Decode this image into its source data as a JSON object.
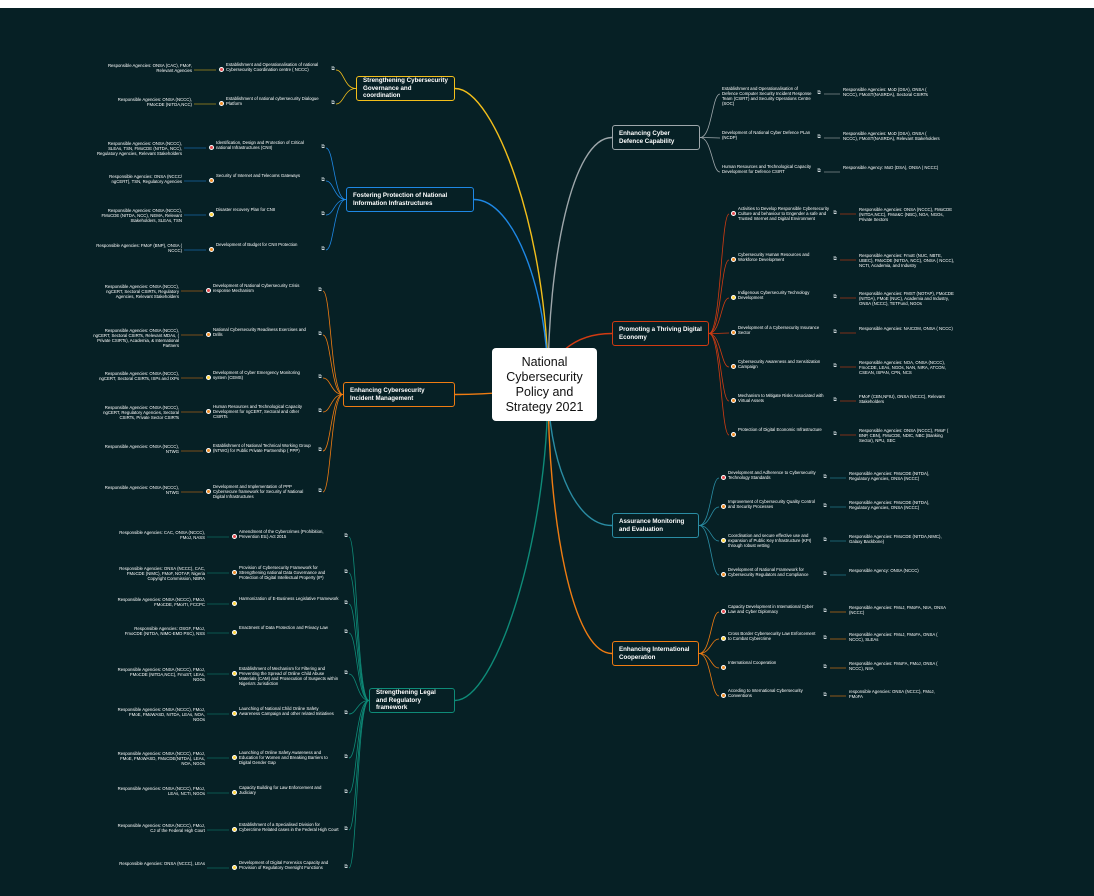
{
  "central_topic": "National Cybersecurity Policy and Strategy 2021",
  "note_glyph": "⧉",
  "colors": {
    "background": "#062025",
    "gold": "#f3bf1b",
    "blue": "#1e88e5",
    "orange": "#ef7c12",
    "teal": "#0e8b78",
    "gray": "#9ea7ab",
    "red": "#d13b12",
    "cyan": "#2a8ca3",
    "marker_red": "#e5484d",
    "marker_orange": "#f08c24",
    "marker_yellow": "#ffd43b"
  },
  "branches": [
    {
      "id": "b1",
      "side": "left",
      "label": "Strengthening Cybersecurity Governance and coordination",
      "color": "gold",
      "children": [
        {
          "topic": "Establishment and Operationalisation of national Cybersecurity Coordination centre ( NCCC)",
          "agencies": "Responsible Agencies: ONSA (CAC), FMoF, Relevant Agencies",
          "marker": "red"
        },
        {
          "topic": "Establishment of national cybersecurity Dialogue Platform",
          "agencies": "Responsible Agencies: ONSA (NCCC), FMoCDE (NITDA,NCC)",
          "marker": "orange"
        }
      ]
    },
    {
      "id": "b2",
      "side": "left",
      "label": "Fostering Protection of National Information Infrastructures",
      "color": "blue",
      "children": [
        {
          "topic": "Identification, Design and Protection of Critical national Infrastructures (CNII)",
          "agencies": "Responsible Agencies: ONSA (NCCC), SLEAs, TSN, FMoCDE (NITDA, NCC), Regulatory Agencies, Relevant Stakeholders",
          "marker": "red"
        },
        {
          "topic": "Security of Internet and Telecoms Gateways",
          "agencies": "Responsible Agencies: ONSA (NCCC/ ngCERT), TSN, Regulatory Agencies",
          "marker": "orange"
        },
        {
          "topic": "Disaster recovery Plan for CNII",
          "agencies": "Responsible Agencies: ONSA (NCCC), FMoCDE (NITDA, NCC), NEMA, Relevant Stakeholders, SLEAs, TSN",
          "marker": "yellow"
        },
        {
          "topic": "Development of Budget for CNII Protection",
          "agencies": "Responsible Agencies: FMoF (BNP), ONSA ( NCCC)",
          "marker": "orange"
        }
      ]
    },
    {
      "id": "b3",
      "side": "left",
      "label": "Enhancing Cybersecurity Incident Management",
      "color": "orange",
      "children": [
        {
          "topic": "Development of National Cybersecurity Crisis response Mechanism",
          "agencies": "Responsible Agencies: ONSA (NCCC), ngCERT, Sectoral CSIRTs, Regulatory Agencies, Relevant Stakeholders",
          "marker": "red"
        },
        {
          "topic": "National Cybersecurity Readiness Exercises and Drills",
          "agencies": "Responsible Agencies: ONSA (NCCC), ngCERT, Sectoral CSIRTs, Relevant MDAs, ( Private CSIRTs), Academia, & International Partners",
          "marker": "orange"
        },
        {
          "topic": "Development of Cyber Emergency Monitoring system (CEMS)",
          "agencies": "Responsible Agencies: ONSA (NCCC), ngCERT, Sectoral CSIRTs, ISPs and IXPs",
          "marker": "yellow"
        },
        {
          "topic": "Human Resources and Technological Capacity Development for ngCERT, Sectoral and other CSIRTs",
          "agencies": "Responsible Agencies: ONSA (NCCC), ngCERT, Regulatory Agencies, Sectoral CSIRTs, Private Sector CSIRTs",
          "marker": "orange"
        },
        {
          "topic": "Establishment of National Technical Working Group (NTWG) for Public Private Partnership ( PPP)",
          "agencies": "Responsible Agencies:  ONSA (NCCC), NTWG",
          "marker": "orange"
        },
        {
          "topic": "Development and Implementation of PPP Cybersecure framework for Security of National Digital Infrastructures",
          "agencies": "Responsible Agencies:  ONSA (NCCC), NTWG",
          "marker": "orange"
        }
      ]
    },
    {
      "id": "b4",
      "side": "left",
      "label": "Strengthening Legal and Regulatory framework",
      "color": "teal",
      "children": [
        {
          "topic": "Amendment of the Cybercrimes (Prohibition, Prevention Etc) Act 2015",
          "agencies": "Responsible Agencies: CAC, ONSA (NCCC), FMoJ, NASS",
          "marker": "red"
        },
        {
          "topic": "Provision of Cybersecurity Framework for Strengthening national Data Governance and Protection of Digital Intellectual Property (IP)",
          "agencies": "Responsible Agencies: ONSA (NCCC), CAC, FMoCDE (NIMC), FMoF, NOTAP, Nigeria Copyright Commission, NBRA",
          "marker": "orange"
        },
        {
          "topic": "Harmonization of E-Business Legislative Framework",
          "agencies": "Responsible Agencies: ONSA (NCCC), FMoJ, FMoCDE, FMoITI, FCCPC",
          "marker": "yellow"
        },
        {
          "topic": "Enactment of Data Protection and Privacy Law",
          "agencies": "Responsible Agencies: OSGF, FMoJ, FmoCDE (NITDA, NIMC-EMD PSC), NSS",
          "marker": "yellow"
        },
        {
          "topic": "Establishment of Mechanism for Filtering and Preventing the Spread of Online Child Abuse Materials (CAM) and Prosecution of Suspects within Nigeria's Jurisdiction",
          "agencies": "Responsible Agencies: ONSA (NCCC), FMoJ, FMoCDE (NITDA,NCC), FmoST, LEAs, NGOs",
          "marker": "yellow"
        },
        {
          "topic": "Launching of National Child Online Safety Awareness Campaign and other related Initiatives",
          "agencies": "Responsible Agencies: ONSA (NCCC), FMoJ, FMoE, FMoWASD, NITDA, LEAs, NOA, NGOs",
          "marker": "yellow"
        },
        {
          "topic": "Launching of Online Safety Awareness and Education for Women and Breaking Barriers to Digital Gender Gap",
          "agencies": "Responsible Agencies: ONSA (NCCC), FMoJ, FMoE, FMoWASD, FMoCDE(NITDA), LEAs, NOA, NGOs",
          "marker": "yellow"
        },
        {
          "topic": "Capacity Building for Law Enforcement and Judiciary",
          "agencies": "Responsible Agencies: ONSA (NCCC), FMoJ, LEAs, NCTI, NGOs",
          "marker": "yellow"
        },
        {
          "topic": "Establishment of a Specialised Division for Cybercrime Related cases in the Federal High Court",
          "agencies": "Responsible Agencies: ONSA (NCCC), FMoJ, CJ of the Federal High Court",
          "marker": "yellow"
        },
        {
          "topic": "Development of Digital Forensics Capacity and Provision of Regulatory Oversight Functions",
          "agencies": "Responsible Agencies: ONSA (NCCC), LEAs",
          "marker": "yellow"
        }
      ]
    },
    {
      "id": "b5",
      "side": "right",
      "label": "Enhancing Cyber Defence Capability",
      "color": "gray",
      "children": [
        {
          "topic": "Establishment and Operationalisation of Defence Computer Security Incident Response Team (CSIRT) and Security Operations Centre (SOC)",
          "agencies": "Responsible Agencies: MoD (DSA), ONSA ( NCCC), FMoST(NASRDA), Sectoral CSIRTs",
          "marker": ""
        },
        {
          "topic": "Development of National Cyber Defence PLan (NCDP)",
          "agencies": "Responsible Agencies: MoD (DSA), ONSA ( NCCC), FMoST(NASRDA), Relevant Stakeholders",
          "marker": ""
        },
        {
          "topic": "Human Resources and Technological Capacity Development for Defence CSIRT",
          "agencies": "Responsible Agency: MoD (DSA), ONSA ( NCCC)",
          "marker": ""
        }
      ]
    },
    {
      "id": "b6",
      "side": "right",
      "label": "Promoting a Thriving Digital Economy",
      "color": "red",
      "children": [
        {
          "topic": "Activities to Develop Responsible Cybersecurity Culture and behaviour to Engender a safe and Trusted Internet and Digital Environment",
          "agencies": "Responsible Agencies: ONSA (NCCC), FMoCDE (NITDA,NCC), FMoI&C (NBC), NOA, NGOs, Private Sectors",
          "marker": "red"
        },
        {
          "topic": "Cybersecurity Human Resources and Workforce Development",
          "agencies": "Responsible Agencies: FmoE (NUC, NBTE, UBEC),  FMoCDE (NITDA, NCC), ONSA ( NCCC), NCTI, Academia, and Industry",
          "marker": "orange"
        },
        {
          "topic": "Indigenous Cybersecurity Technology Development",
          "agencies": "Responsible Agencies: FMST (NOTAP), FMoCDE (NITDA), FMoE (NUC), Academia and Industry, ONSA (NCCC), TETFund, NGOs",
          "marker": "yellow"
        },
        {
          "topic": "Development of a Cybersecurity Insurance Sector",
          "agencies": "Responsible Agencies: NAICOM, ONSA ( NCCC)",
          "marker": "orange"
        },
        {
          "topic": "Cybersecurity Awareness and Sensitization Campaign",
          "agencies": "Responsible Agencies: NOA, ONSA (NCCC), FmoCDE, LEAs, NGOs, NAN, NIRA, ATCON, CSEAN, ISPAN, CPN, NCS",
          "marker": "orange"
        },
        {
          "topic": "Mechanism to Mitigate Risks Associated with Virtual Assets",
          "agencies": "FMoF (CBN,NFIU), ONSA (NCCC), Relevant Stakeholders",
          "marker": "orange"
        },
        {
          "topic": "Protection of Digital Economic Infrastructure",
          "agencies": "Responsible Agencies: ONSA (NCCC), FMoF ( BNP, CBN), FMoCDE, NDIC, NBC (Banking Sector), NPU, SEC",
          "marker": "orange"
        }
      ]
    },
    {
      "id": "b7",
      "side": "right",
      "label": "Assurance Monitoring and Evaluation",
      "color": "cyan",
      "children": [
        {
          "topic": "Development and Adherence to Cybersecurity Technology Standards",
          "agencies": "Responsible Agencies: FMoCDE (NITDA), Regulatory Agencies, ONSA (NCCC)",
          "marker": "red"
        },
        {
          "topic": "Improvement of Cybersecurity Quality Control and Security Processes",
          "agencies": "Responsible Agencies: FMoCDE (NITDA), Regulatory Agencies, ONSA (NCCC)",
          "marker": "orange"
        },
        {
          "topic": "Coordination and secure effective use and expansion of Public Key Infrastructure (KPI) through robust vetting",
          "agencies": "Responsible Agencies: FMoCDE (NITDA,NIMC), Galaxy Backbone)",
          "marker": "yellow"
        },
        {
          "topic": "Development of National Framework for Cybersecurity Regulators and Compliance",
          "agencies": "Responsible Agency: ONSA (NCCC)",
          "marker": "orange"
        }
      ]
    },
    {
      "id": "b8",
      "side": "right",
      "label": "Enhancing International Cooperation",
      "color": "orange",
      "children": [
        {
          "topic": "Capacity Development in International Cyber Law and Cyber Diplomacy",
          "agencies": "Responsible Agencies: FMoJ, FMoFA, NIIA, ONSA (NCCC)",
          "marker": "red"
        },
        {
          "topic": "Cross Border Cybersecurity Law Enforcement to Combat Cybercrime",
          "agencies": "Responsible Agencies: FMoJ, FMoFA, ONSA ( NCCC), SLEAs",
          "marker": "yellow"
        },
        {
          "topic": "International Cooperation",
          "agencies": "Responsible Agencies: FMoFA, FMoJ, ONSA ( NCCC), NIIA",
          "marker": "orange"
        },
        {
          "topic": "Acceding to International Cybersecurity Conventions",
          "agencies": "responsible Agencies: ONSA (NCCC), FMoJ, FMoFA",
          "marker": "orange"
        }
      ]
    }
  ]
}
